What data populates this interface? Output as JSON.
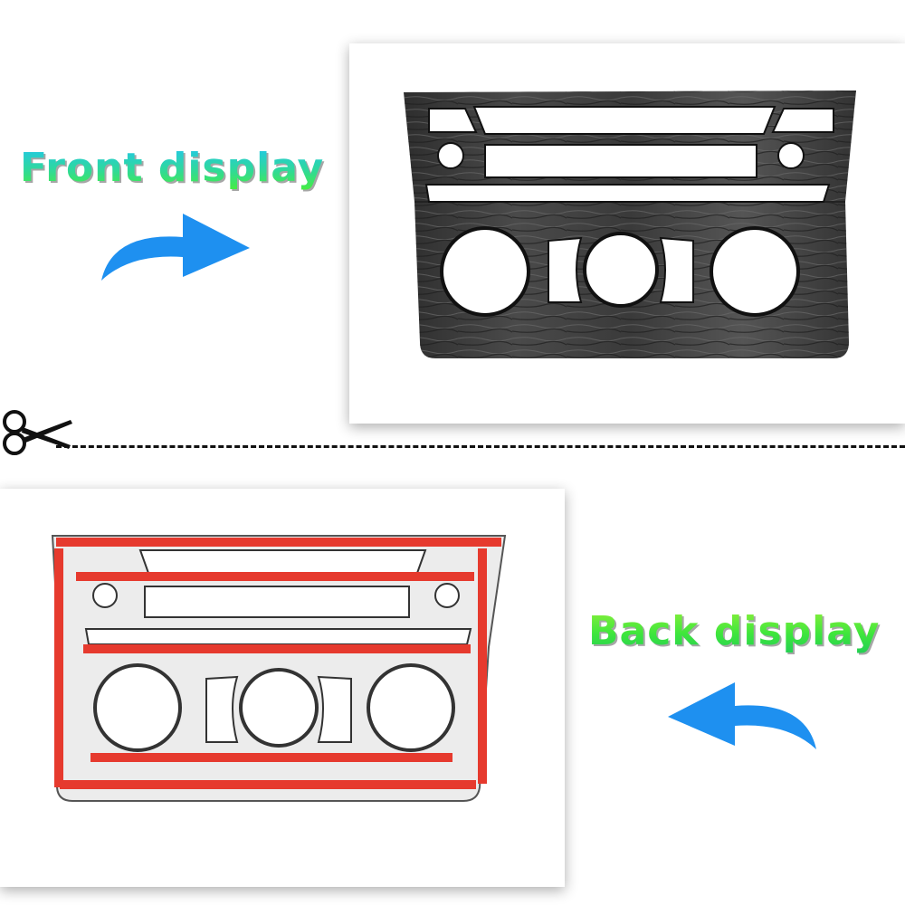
{
  "front": {
    "caption": "Front display",
    "caption_colors": [
      "#22c6ee",
      "#48ee3c"
    ],
    "arrow_icon": "curved-arrow-right-icon",
    "arrow_color": "#1e90f0"
  },
  "back": {
    "caption": "Back display",
    "caption_colors": [
      "#8ef03a",
      "#22cf55"
    ],
    "arrow_icon": "curved-arrow-left-icon",
    "arrow_color": "#1e90f0",
    "tape_color": "#e63a2e"
  },
  "divider": {
    "icon": "scissors-icon",
    "style": "dashed"
  },
  "panel": {
    "front_finish": "dark wood grain",
    "back_finish": "silver with red adhesive tape"
  }
}
